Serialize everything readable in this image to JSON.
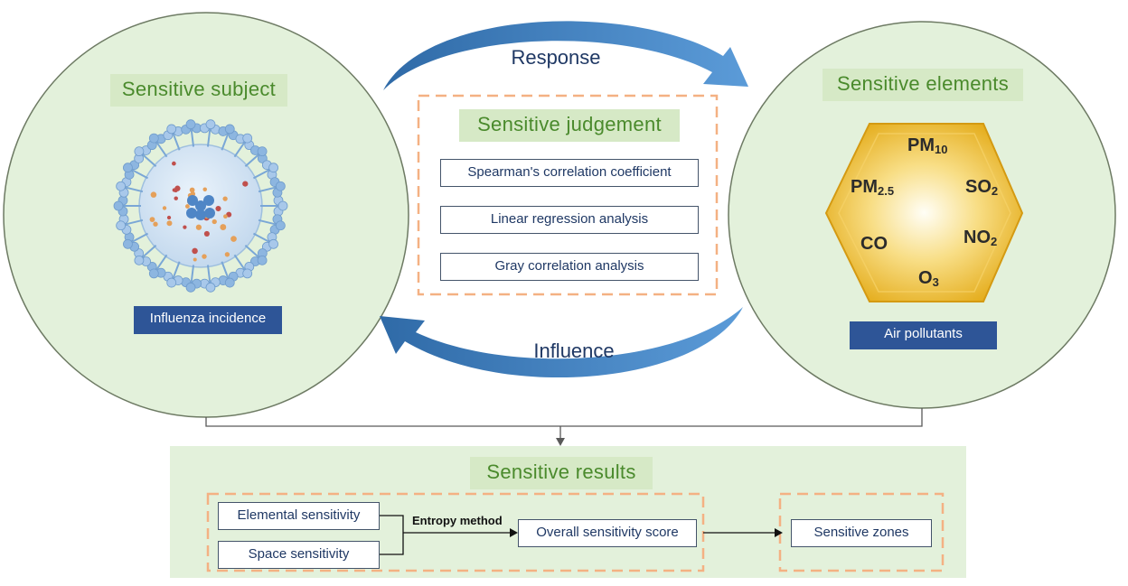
{
  "left_panel": {
    "header": "Sensitive  subject",
    "label": "Influenza incidence"
  },
  "right_panel": {
    "header": "Sensitive  elements",
    "label": "Air pollutants",
    "pollutants": [
      {
        "main": "PM",
        "sub": "10"
      },
      {
        "main": "PM",
        "sub": "2.5"
      },
      {
        "main": "SO",
        "sub": "2"
      },
      {
        "main": "NO",
        "sub": "2"
      },
      {
        "main": "CO",
        "sub": ""
      },
      {
        "main": "O",
        "sub": "3"
      }
    ]
  },
  "center": {
    "top_arrow_label": "Response",
    "bottom_arrow_label": "Influence",
    "header": "Sensitive  judgement",
    "methods": [
      "Spearman's correlation coefficient",
      "Linear regression analysis",
      "Gray correlation analysis"
    ]
  },
  "results": {
    "header": "Sensitive  results",
    "elemental": "Elemental sensitivity",
    "space": "Space sensitivity",
    "method": "Entropy method",
    "overall": "Overall sensitivity score",
    "zones": "Sensitive zones"
  },
  "colors": {
    "circle_fill": "#e3f1db",
    "circle_stroke": "#6d7a63",
    "header_bg": "#d6e9c6",
    "header_text": "#4a8a2c",
    "arrow_blue": "#4b87c5",
    "dashed_orange": "#f4b183",
    "navy_label": "#2e5597",
    "hexagon_gold": "#e4b21c"
  }
}
